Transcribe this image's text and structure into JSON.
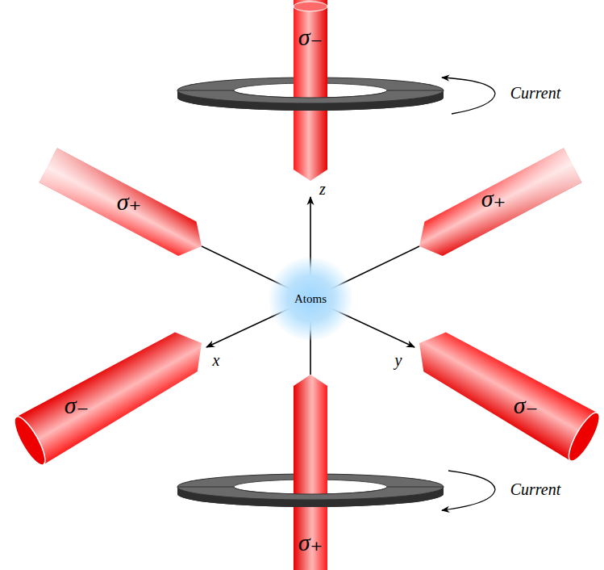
{
  "diagram": {
    "nodes": [
      {
        "text": [
          "Atoms"
        ]
      }
    ],
    "labels": [
      "σ₋",
      "Current",
      "z",
      "σ₊",
      "σ₊",
      "x",
      "y",
      "σ₋",
      "σ₋",
      "Current",
      "σ₊"
    ]
  }
}
